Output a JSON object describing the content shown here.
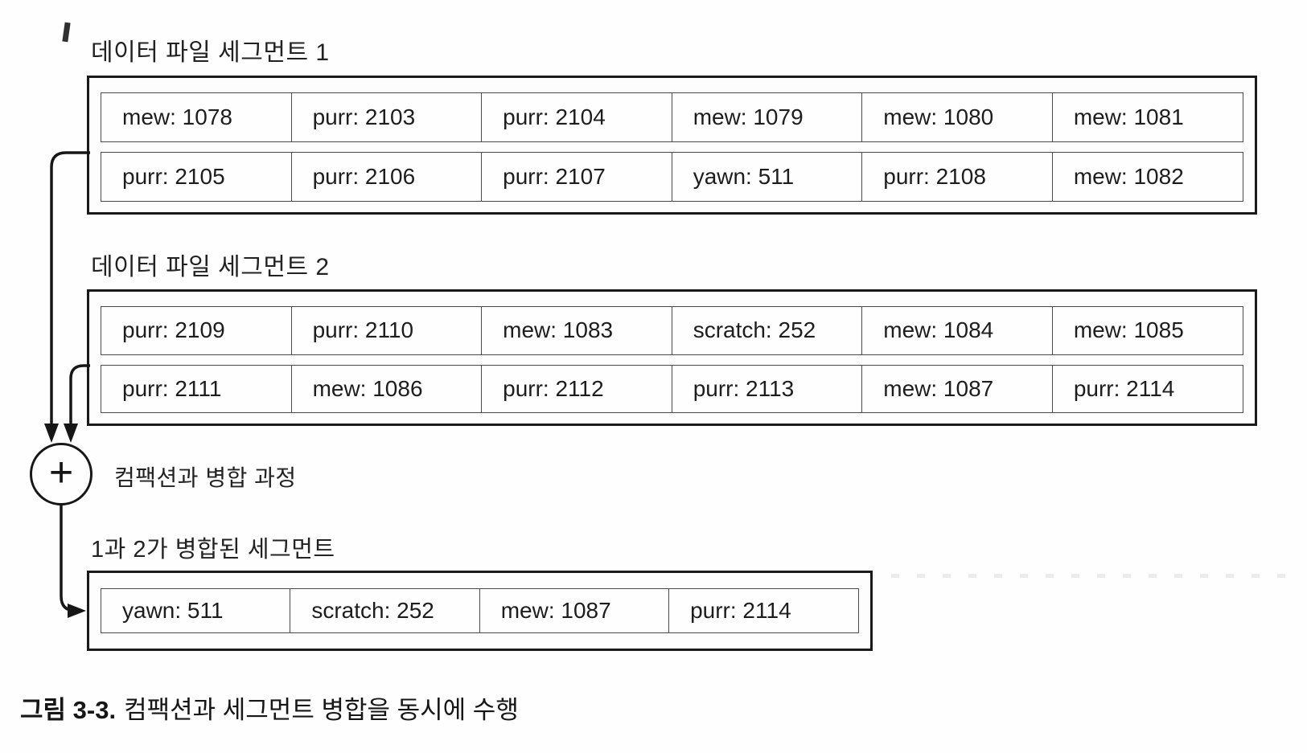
{
  "segment1": {
    "title": "데이터 파일 세그먼트 1",
    "rows": [
      [
        "mew: 1078",
        "purr: 2103",
        "purr: 2104",
        "mew: 1079",
        "mew: 1080",
        "mew: 1081"
      ],
      [
        "purr: 2105",
        "purr: 2106",
        "purr: 2107",
        "yawn: 511",
        "purr: 2108",
        "mew: 1082"
      ]
    ]
  },
  "segment2": {
    "title": "데이터 파일 세그먼트 2",
    "rows": [
      [
        "purr: 2109",
        "purr: 2110",
        "mew: 1083",
        "scratch: 252",
        "mew: 1084",
        "mew: 1085"
      ],
      [
        "purr: 2111",
        "mew: 1086",
        "purr: 2112",
        "purr: 2113",
        "mew: 1087",
        "purr: 2114"
      ]
    ]
  },
  "merge": {
    "plus_symbol": "+",
    "label": "컴팩션과 병합 과정"
  },
  "merged_segment": {
    "title": "1과 2가 병합된 세그먼트",
    "rows": [
      [
        "yawn: 511",
        "scratch: 252",
        "mew: 1087",
        "purr: 2114"
      ]
    ]
  },
  "caption": {
    "number": "그림 3-3.",
    "text": "컴팩션과 세그먼트 병합을 동시에 수행"
  },
  "colors": {
    "ink": "#1c1c1c",
    "outer_border": "#1a1a1a",
    "cell_border": "#4a4a4a",
    "background": "#fefefe"
  }
}
